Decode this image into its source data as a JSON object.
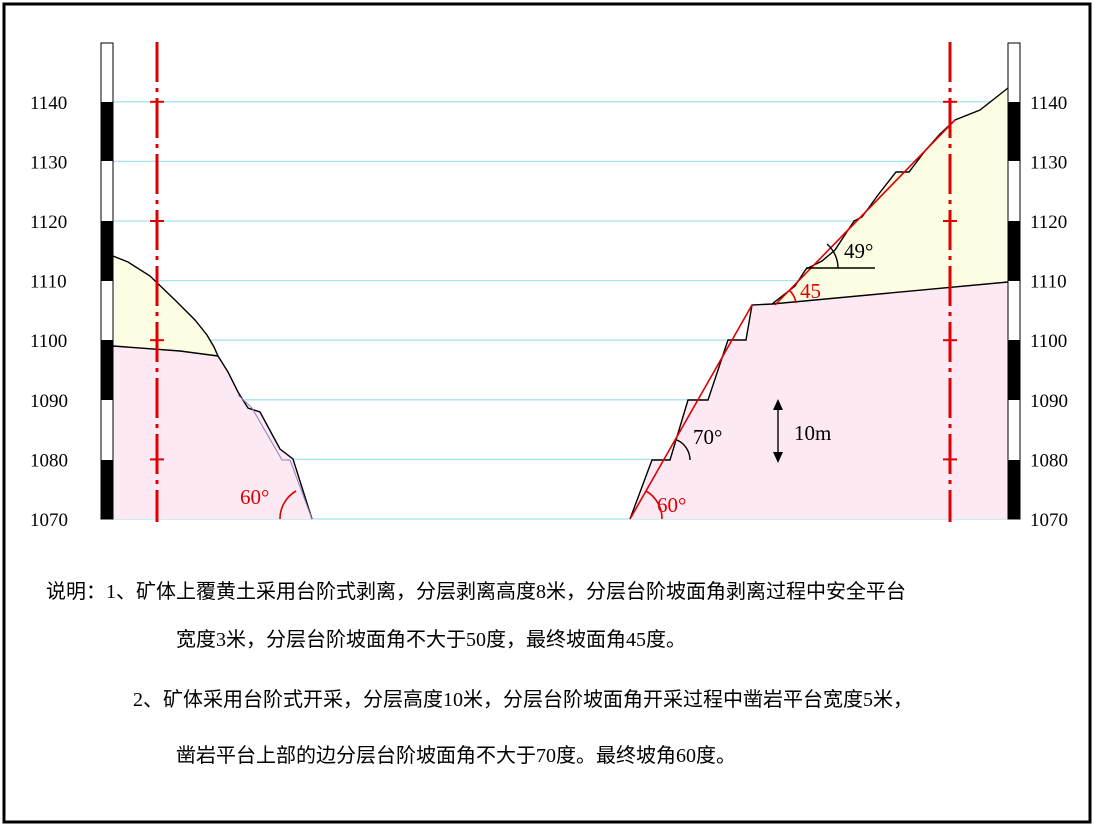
{
  "elevation_ticks": [
    "1070",
    "1080",
    "1090",
    "1100",
    "1110",
    "1120",
    "1130",
    "1140"
  ],
  "annotations": {
    "angle_60_left": "60°",
    "angle_60_right": "60°",
    "angle_70": "70°",
    "angle_45": "45",
    "angle_49": "49°",
    "bench_height": "10m"
  },
  "notes": {
    "line1": "说明：1、矿体上覆黄土采用台阶式剥离，分层剥离高度8米，分层台阶坡面角剥离过程中安全平台",
    "line2": "宽度3米，分层台阶坡面角不大于50度，最终坡面角45度。",
    "line3": "2、矿体采用台阶式开采，分层高度10米，分层台阶坡面角开采过程中凿岩平台宽度5米，",
    "line4": "凿岩平台上部的边分层台阶坡面角不大于70度。最终坡角60度。"
  },
  "colors": {
    "loess_fill": "#fdfde3",
    "rock_fill": "#fde9f4",
    "grid_line": "#a8e4f0",
    "red": "#e00000",
    "scale_black": "#000000"
  }
}
